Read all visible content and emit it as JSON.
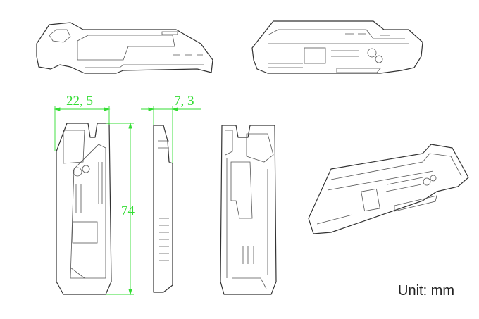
{
  "dimensions": {
    "width": "22, 5",
    "thickness": "7, 3",
    "length": "74"
  },
  "unit_label": "Unit: mm",
  "colors": {
    "dimension": "#33dd33",
    "outline": "#333333"
  }
}
